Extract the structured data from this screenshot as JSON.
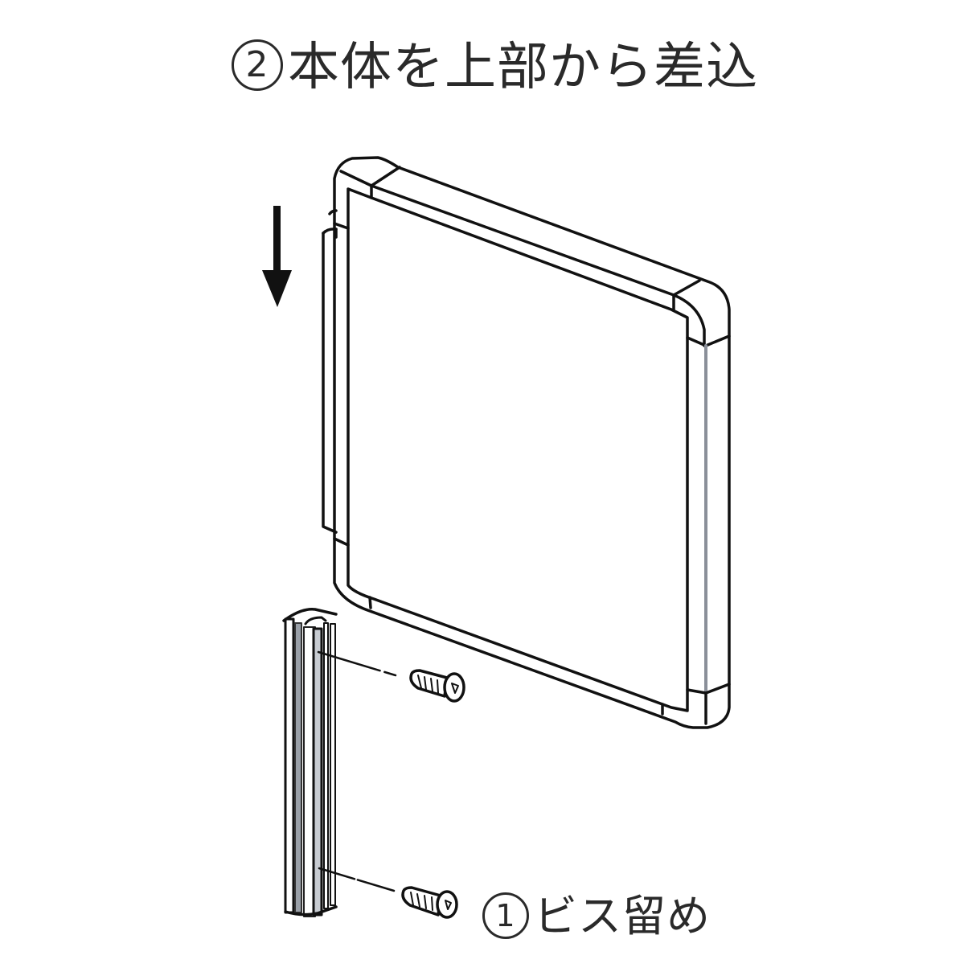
{
  "diagram": {
    "title_step": "2",
    "title_text": "本体を上部から差込",
    "title_full": "②本体を上部から差込",
    "bottom_step": "1",
    "bottom_text": "ビス留め",
    "bottom_full": "①ビス留め",
    "parts": {
      "panel": "mounting panel / body (本体)",
      "bracket": "vertical wall rail bracket",
      "screws": [
        "upper screw",
        "lower screw"
      ],
      "arrow": "down-arrow indicating insertion direction"
    },
    "colors": {
      "line": "#111111",
      "text": "#2a2a2a",
      "shade": "#b8bcc4",
      "background": "#ffffff"
    }
  }
}
